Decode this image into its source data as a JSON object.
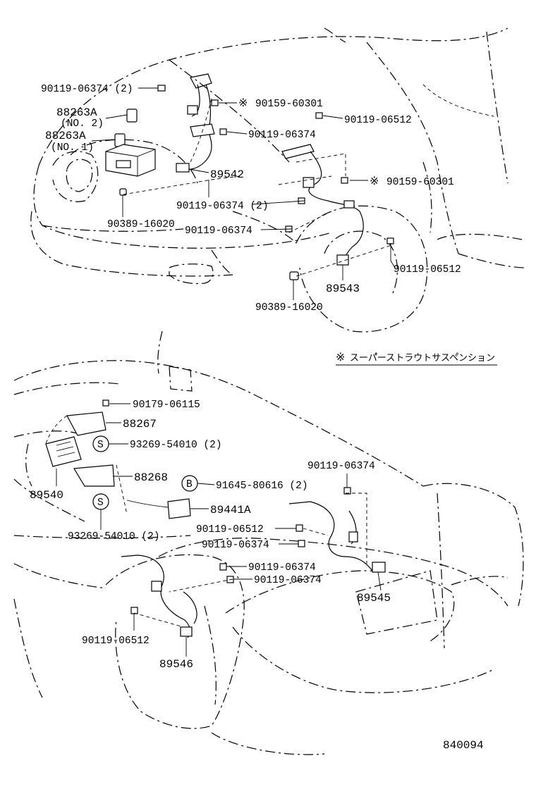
{
  "labels": {
    "top": {
      "p_90119_06374_2": "90119-06374 (2)",
      "p_88263A_a": "88263A",
      "p_no2": "(NO. 2)",
      "p_88263A_b": "88263A",
      "p_no1": "(NO. 1)",
      "p_90159_60301_a": "90159-60301",
      "p_90119_06512_a": "90119-06512",
      "p_90119_06374_a": "90119-06374",
      "p_89542": "89542",
      "p_90159_60301_b": "90159-60301",
      "p_90119_06374_2b": "90119-06374 (2)",
      "p_90389_16020_a": "90389-16020",
      "p_90119_06374_b": "90119-06374",
      "p_90119_06512_b": "90119-06512",
      "p_89543": "89543",
      "p_90389_16020_b": "90389-16020"
    },
    "note": "スーパ゚ーストラウトサスペ゚ンション",
    "asterisk": "※",
    "bottom": {
      "p_90179_06115": "90179-06115",
      "p_88267": "88267",
      "p_93269_54010_2a": "93269-54010 (2)",
      "p_88268": "88268",
      "p_91645_80616_2": "91645-80616 (2)",
      "p_89441A": "89441A",
      "p_89540": "89540",
      "p_93269_54010_2b": "93269-54010 (2)",
      "p_90119_06374_c": "90119-06374",
      "p_90119_06512_c": "90119-06512",
      "p_90119_06374_d": "90119-06374",
      "p_90119_06374_e": "90119-06374",
      "p_90119_06374_f": "90119-06374",
      "p_89545": "89545",
      "p_90119_06512_d": "90119-06512",
      "p_89546": "89546"
    },
    "circle_s": "S",
    "circle_b": "B",
    "diagram_number": "840094"
  }
}
